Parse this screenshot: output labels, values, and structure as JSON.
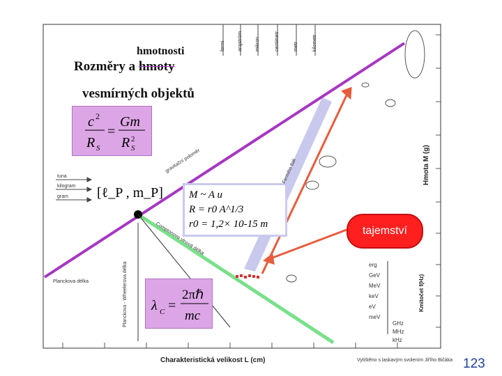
{
  "title": {
    "line1_prefix": "Rozměry a",
    "struck_word": "hmoty",
    "correction": "hmotnosti",
    "line2": "vesmírných objektů"
  },
  "formulas": {
    "schwarzschild": "c²/R_S = Gm/R_S²",
    "planck": "[ℓ_P , m_P]",
    "compton": "λ_C = 2πℏ / mc"
  },
  "mass_box": {
    "line1": "M ~ A u",
    "line2": "R = r0 A^1/3",
    "line3": "r0 = 1,2× 10-15 m"
  },
  "callout": "tajemství",
  "page_number": "123",
  "axes": {
    "x_label": "Charakteristická velikost",
    "x_unit": "L (cm)",
    "y_label": "Hmota",
    "y_unit": "M (g)",
    "right_label": "Kmitočet",
    "right_unit": "f(Hz)"
  },
  "credit": "Vytištěno s laskavým svolením Jiřího Bičáka",
  "left_units": [
    "tuna",
    "kilogram",
    "gram"
  ],
  "top_columns": [
    "fermi",
    "angström",
    "mikron",
    "centimetr",
    "metr",
    "kilometr"
  ],
  "line_labels": {
    "gravitational": "gravitační poloměr",
    "compton": "Comptonova vlnová délka",
    "fermi": "Fermiho tlak",
    "planck_length": "Planckova délka",
    "planck_wheeler": "Planckova - Wheelerova délka"
  },
  "right_scale": {
    "top_labels": [
      "erg",
      "GeV",
      "MeV",
      "keV",
      "eV",
      "meV"
    ],
    "freq_labels": [
      "GHz",
      "MHz",
      "kHz"
    ]
  },
  "colors": {
    "gravitational_line": "#a637c2",
    "compton_line": "#79e08a",
    "fermi_band": "#c9c9ee",
    "arrows": "#e65c3c",
    "callout": "#ff1f1f",
    "formula_box": "#dca6e6",
    "page_number": "#1f3f9a"
  }
}
